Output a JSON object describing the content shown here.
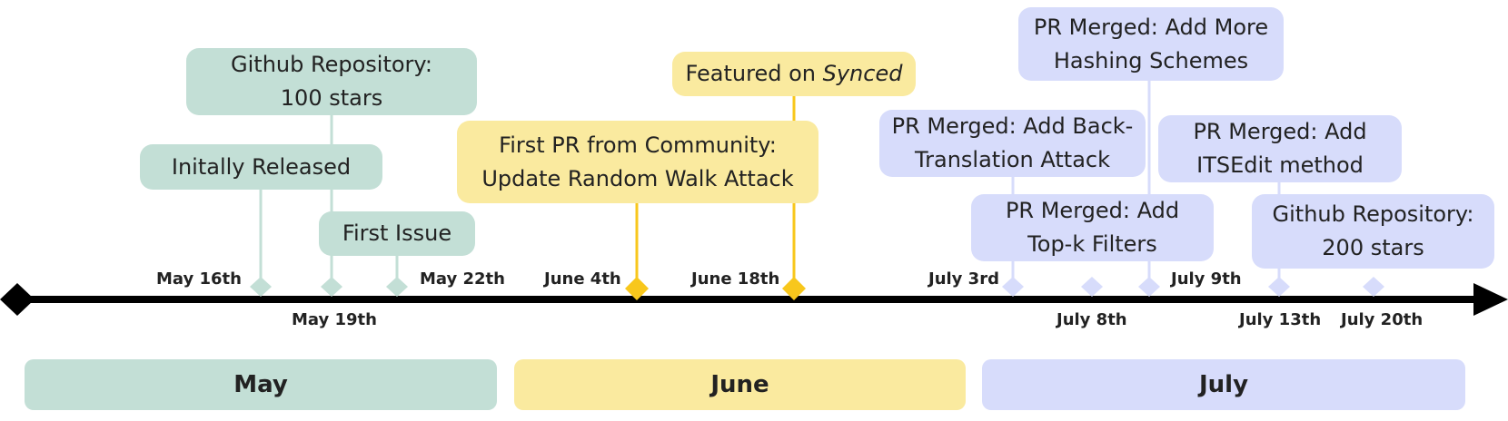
{
  "colors": {
    "may": "#c3dfd6",
    "june": "#faea9f",
    "july": "#d7dcfb",
    "june_accent": "#f8c71c",
    "axis": "#000000"
  },
  "months": [
    {
      "label": "May"
    },
    {
      "label": "June"
    },
    {
      "label": "July"
    }
  ],
  "dates": {
    "may16": "May 16th",
    "may19": "May 19th",
    "may22": "May 22th",
    "jun4": "June 4th",
    "jun18": "June 18th",
    "jul3": "July 3rd",
    "jul8": "July 8th",
    "jul9": "July 9th",
    "jul13": "July 13th",
    "jul20": "July 20th"
  },
  "events": {
    "github100": [
      "Github Repository:",
      "100 stars"
    ],
    "released": [
      "Initally Released"
    ],
    "first_issue": [
      "First Issue"
    ],
    "first_pr": [
      "First PR from Community:",
      "Update Random Walk Attack"
    ],
    "synced_prefix": "Featured on ",
    "synced_name": "Synced",
    "hashing": [
      "PR Merged: Add More",
      "Hashing Schemes"
    ],
    "backtrans": [
      "PR Merged: Add Back-",
      "Translation Attack"
    ],
    "topk": [
      "PR Merged: Add",
      "Top-k Filters"
    ],
    "itsedit": [
      "PR Merged: Add",
      "ITSEdit method"
    ],
    "github200": [
      "Github Repository:",
      "200 stars"
    ]
  }
}
